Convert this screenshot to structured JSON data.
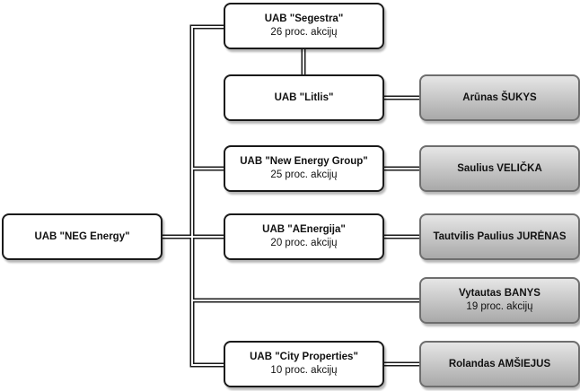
{
  "diagram": {
    "title": "",
    "root": {
      "name": "UAB \"NEG Energy\""
    },
    "companies": [
      {
        "id": "segestra",
        "name": "UAB \"Segestra\"",
        "share": "26 proc. akcijų"
      },
      {
        "id": "litlis",
        "name": "UAB \"Litlis\"",
        "share": ""
      },
      {
        "id": "new-energy-group",
        "name": "UAB \"New Energy Group\"",
        "share": "25 proc. akcijų"
      },
      {
        "id": "aenergija",
        "name": "UAB \"AEnergija\"",
        "share": "20 proc. akcijų"
      },
      {
        "id": "city-properties",
        "name": "UAB \"City Properties\"",
        "share": "10 proc. akcijų"
      }
    ],
    "persons": [
      {
        "id": "arunas-sukys",
        "name": "Arūnas ŠUKYS",
        "share": "",
        "owner_of": "litlis"
      },
      {
        "id": "saulius-velicka",
        "name": "Saulius VELIČKA",
        "share": "",
        "owner_of": "new-energy-group"
      },
      {
        "id": "tautvilis-jurenas",
        "name": "Tautvilis Paulius JURĖNAS",
        "share": "",
        "owner_of": "aenergija"
      },
      {
        "id": "vytautas-banys",
        "name": "Vytautas BANYS",
        "share": "19 proc. akcijų",
        "owner_of": ""
      },
      {
        "id": "rolandas-amsiejus",
        "name": "Rolandas AMŠIEJUS",
        "share": "",
        "owner_of": "city-properties"
      }
    ],
    "colors": {
      "border": "#1a1a1a",
      "company_fill": "#ffffff",
      "person_fill_top": "#e6e6e6",
      "person_fill_bottom": "#a9a9a9",
      "connector": "#1a1a1a"
    }
  }
}
